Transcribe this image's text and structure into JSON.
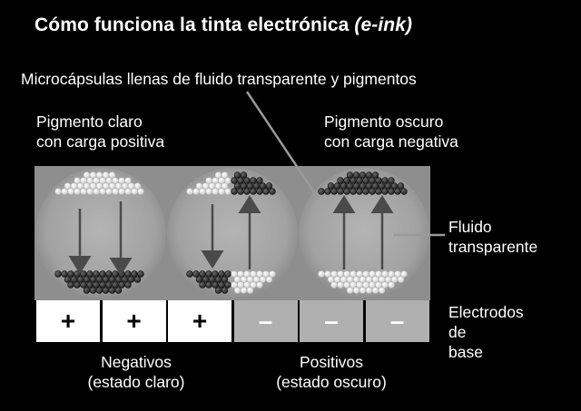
{
  "title": {
    "main": "Cómo funciona la tinta electrónica",
    "italic": "(e-ink)"
  },
  "labels": {
    "microcapsules": "Microcápsulas llenas de fluido transparente y pigmentos",
    "light_pigment": [
      "Pigmento claro",
      "con carga positiva"
    ],
    "dark_pigment": [
      "Pigmento oscuro",
      "con carga negativa"
    ],
    "fluid": [
      "Fluido",
      "transparente"
    ],
    "electrodes": [
      "Electrodos",
      "de",
      "base"
    ],
    "negative_state": [
      "Negativos",
      "(estado claro)"
    ],
    "positive_state": [
      "Positivos",
      "(estado oscuro)"
    ]
  },
  "electrodes": [
    "+",
    "+",
    "+",
    "–",
    "–",
    "–"
  ],
  "colors": {
    "background": "#000000",
    "panel": "#8e8e8e",
    "capsule": "#a5a5a5",
    "light_pigment": "#f2f2f2",
    "dark_pigment": "#3a3a3a"
  }
}
